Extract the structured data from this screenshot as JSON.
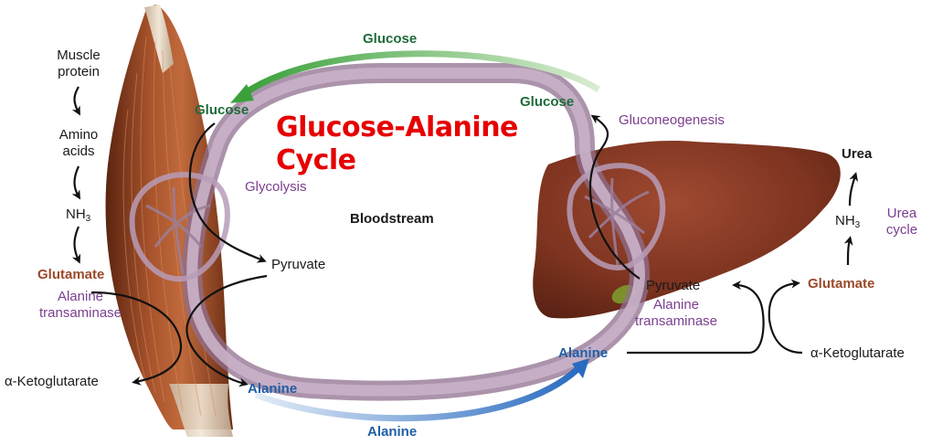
{
  "title": {
    "line1": "Glucose-Alanine",
    "line2": "Cycle"
  },
  "bloodstream": "Bloodstream",
  "muscle": {
    "muscle_protein_line1": "Muscle",
    "muscle_protein_line2": "protein",
    "amino_line1": "Amino",
    "amino_line2": "acids",
    "nh3_base": "NH",
    "nh3_sub": "3",
    "glutamate": "Glutamate",
    "transaminase_line1": "Alanine",
    "transaminase_line2": "transaminase",
    "ketoglutarate": "α-Ketoglutarate",
    "glucose": "Glucose",
    "glycolysis": "Glycolysis",
    "pyruvate": "Pyruvate",
    "alanine": "Alanine"
  },
  "liver": {
    "glucose": "Glucose",
    "gluconeogenesis": "Gluconeogenesis",
    "pyruvate": "Pyruvate",
    "transaminase_line1": "Alanine",
    "transaminase_line2": "transaminase",
    "alanine": "Alanine",
    "glutamate": "Glutamate",
    "ketoglutarate": "α-Ketoglutarate",
    "nh3_base": "NH",
    "nh3_sub": "3",
    "urea": "Urea",
    "urea_cycle_line1": "Urea",
    "urea_cycle_line2": "cycle"
  },
  "transport": {
    "glucose_top": "Glucose",
    "alanine_bottom": "Alanine"
  },
  "colors": {
    "glucose_green": "#1e6b3a",
    "alanine_blue": "#1f5fa6",
    "pathway_purple": "#7b3f8f",
    "glutamate_brown": "#9a4a2a",
    "title_red": "#e60000",
    "vessel": "#a68aa6"
  }
}
